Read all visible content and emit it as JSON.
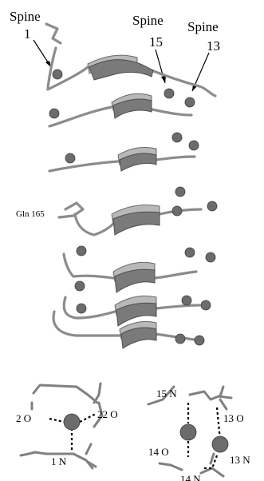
{
  "labels": {
    "spine_1": [
      "Spine",
      "1"
    ],
    "spine_15": [
      "Spine",
      "15"
    ],
    "spine_13": [
      "Spine",
      "13"
    ],
    "gln": "Gln 165"
  },
  "detail_left": {
    "o_2": "2 O",
    "o_22": "22 O",
    "n_1": "1 N"
  },
  "detail_right": {
    "n_15": "15 N",
    "o_13": "13 O",
    "o_14": "14 O",
    "n_13": "13 N",
    "n_14": "14 N"
  },
  "colors": {
    "ribbon": "#7a7a7a",
    "water": "#6c6c6c",
    "stick": "#808080"
  }
}
